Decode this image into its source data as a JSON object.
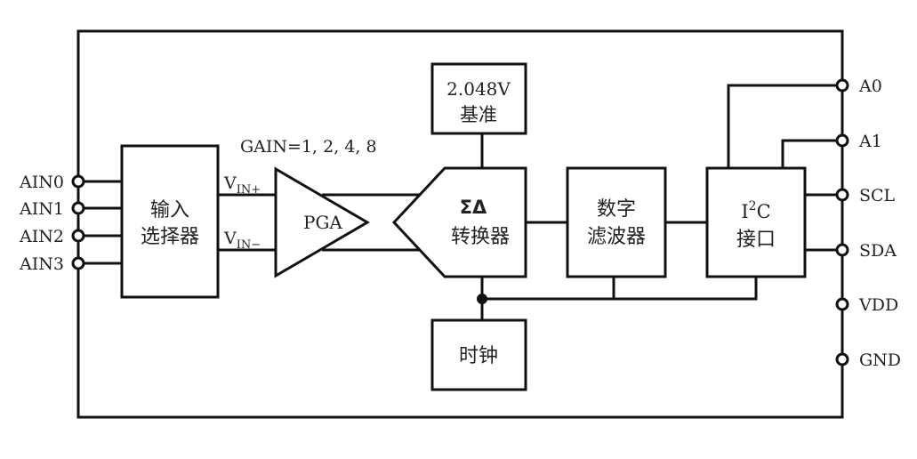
{
  "diagram": {
    "title": "ADC block diagram",
    "input_pins": [
      "AIN0",
      "AIN1",
      "AIN2",
      "AIN3"
    ],
    "output_pins": [
      "A0",
      "A1",
      "SCL",
      "SDA",
      "VDD",
      "GND"
    ],
    "blocks": {
      "mux": {
        "line1": "输入",
        "line2": "选择器"
      },
      "pga": {
        "label": "PGA",
        "gain_label": "GAIN=1, 2, 4, 8"
      },
      "vin_plus": {
        "main": "V",
        "sub": "IN+"
      },
      "vin_minus": {
        "main": "V",
        "sub": "IN−"
      },
      "reference": {
        "line1": "2.048V",
        "line2": "基准"
      },
      "adc": {
        "line1": "ΣΔ",
        "line2": "转换器"
      },
      "filter": {
        "line1": "数字",
        "line2": "滤波器"
      },
      "i2c": {
        "line1_main": "I",
        "line1_sup": "2",
        "line1_tail": "C",
        "line2": "接口"
      },
      "clock": {
        "label": "时钟"
      }
    }
  }
}
